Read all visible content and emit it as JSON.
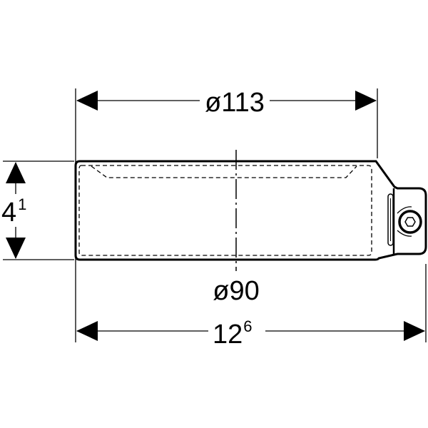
{
  "dimensions": {
    "top_diameter": "ø113",
    "inner_diameter": "ø90",
    "height": {
      "main": "4",
      "sup": "1"
    },
    "total_length": {
      "main": "12",
      "sup": "6"
    }
  },
  "colors": {
    "line": "#000000",
    "background": "#ffffff"
  }
}
